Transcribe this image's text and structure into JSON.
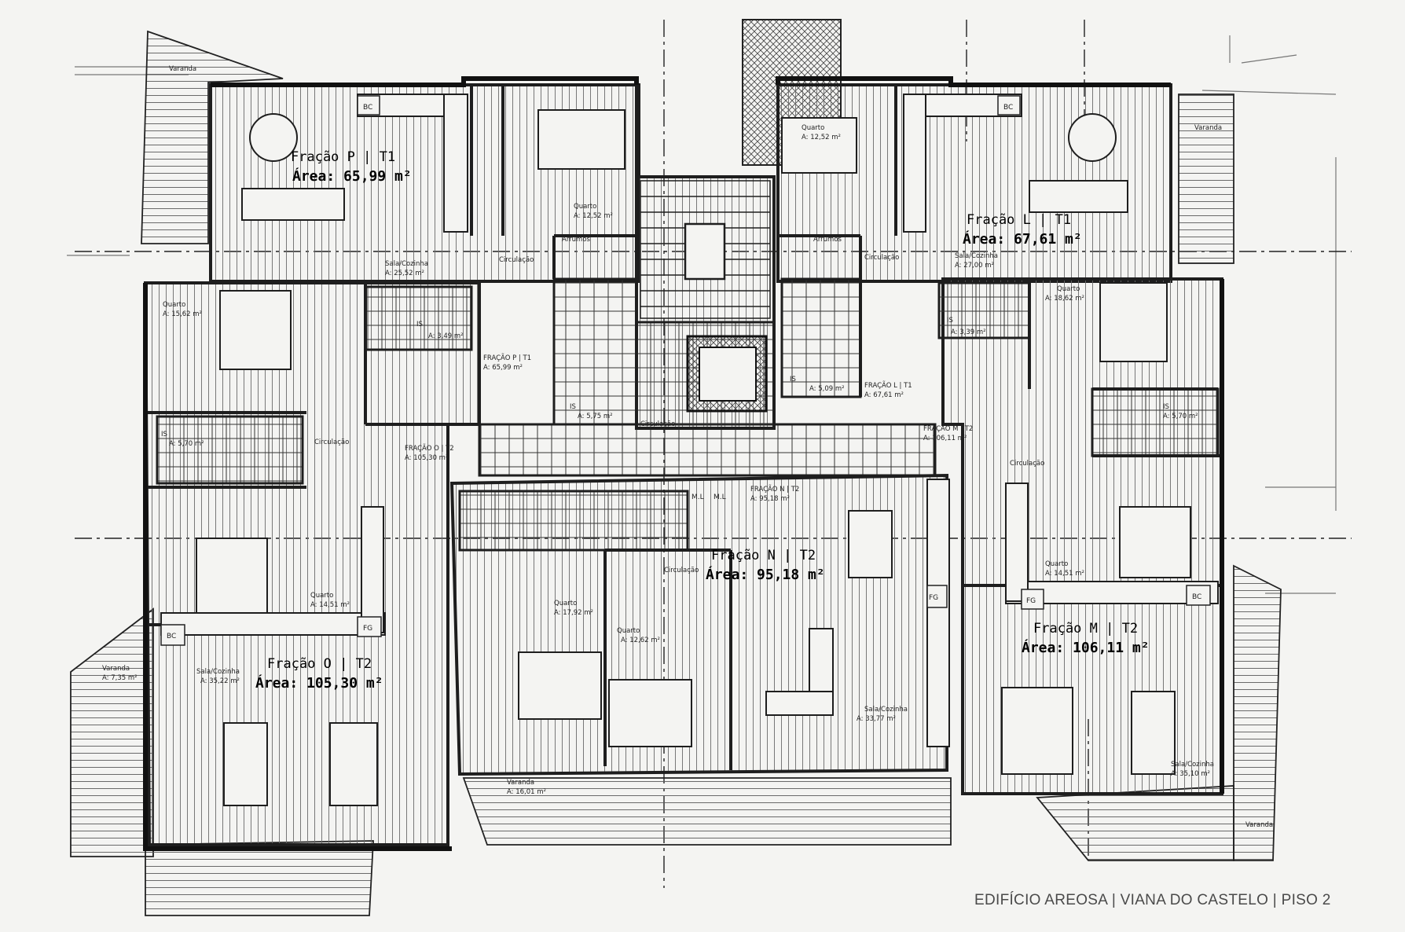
{
  "footer": {
    "building": "EDIFÍCIO AREOSA",
    "sep1": "|",
    "city": "VIANA DO CASTELO",
    "sep2": "|",
    "floor": "PISO 2"
  },
  "units": {
    "P": {
      "title": "Fração P | T1",
      "area": "Área: 65,99 m²"
    },
    "L": {
      "title": "Fração L | T1",
      "area": "Área: 67,61 m²"
    },
    "O": {
      "title": "Fração O | T2",
      "area": "Área: 105,30 m²"
    },
    "N": {
      "title": "Fração N | T2",
      "area": "Área: 95,18 m²"
    },
    "M": {
      "title": "Fração M | T2",
      "area": "Área: 106,11 m²"
    }
  },
  "rooms": {
    "p_sala": {
      "name": "Sala/Cozinha",
      "area": "A: 25,52 m²"
    },
    "p_quarto": {
      "name": "Quarto",
      "area": "A: 12,52 m²"
    },
    "p_circ": {
      "name": "Circulação",
      "area": ""
    },
    "p_arrumos": {
      "name": "Arrumos",
      "area": ""
    },
    "p_is": {
      "name": "IS",
      "area": "A: 5,75 m²"
    },
    "p_tag": {
      "name": "FRAÇÃO P | T1",
      "area": "A: 65,99 m²"
    },
    "l_quarto_top": {
      "name": "Quarto",
      "area": "A: 12,52 m²"
    },
    "l_sala": {
      "name": "Sala/Cozinha",
      "area": "A: 27,00 m²"
    },
    "l_circ": {
      "name": "Circulação",
      "area": ""
    },
    "l_arrumos": {
      "name": "Arrumos",
      "area": ""
    },
    "l_is": {
      "name": "IS",
      "area": "A: 5,09 m²"
    },
    "l_tag": {
      "name": "FRAÇÃO L | T1",
      "area": "A: 67,61 m²"
    },
    "o_quarto1": {
      "name": "Quarto",
      "area": "A: 15,62 m²"
    },
    "o_is1": {
      "name": "IS",
      "area": "A: 3,49 m²"
    },
    "o_is2": {
      "name": "IS",
      "area": "A: 5,70 m²"
    },
    "o_circ": {
      "name": "Circulação",
      "area": ""
    },
    "o_tag": {
      "name": "FRAÇÃO O | T2",
      "area": "A: 105,30 m²"
    },
    "o_quarto2": {
      "name": "Quarto",
      "area": "A: 14,51 m²"
    },
    "o_sala": {
      "name": "Sala/Cozinha",
      "area": "A: 35,22 m²"
    },
    "o_varanda": {
      "name": "Varanda",
      "area": "A: 7,35 m²"
    },
    "n_tag": {
      "name": "FRAÇÃO N | T2",
      "area": "A: 95,18 m²"
    },
    "n_quarto1": {
      "name": "Quarto",
      "area": "A: 17,92 m²"
    },
    "n_quarto2": {
      "name": "Quarto",
      "area": "A: 12,62 m²"
    },
    "n_circ": {
      "name": "Circulação",
      "area": ""
    },
    "n_sala": {
      "name": "Sala/Cozinha",
      "area": "A: 33,77 m²"
    },
    "n_varanda": {
      "name": "Varanda",
      "area": "A: 16,01 m²"
    },
    "m_quarto1": {
      "name": "Quarto",
      "area": "A: 18,62 m²"
    },
    "m_is1": {
      "name": "IS",
      "area": "A: 3,39 m²"
    },
    "m_is2": {
      "name": "IS",
      "area": "A: 5,70 m²"
    },
    "m_tag": {
      "name": "FRAÇÃO M | T2",
      "area": "A: 106,11 m²"
    },
    "m_circ": {
      "name": "Circulação",
      "area": ""
    },
    "m_quarto2": {
      "name": "Quarto",
      "area": "A: 14,51 m²"
    },
    "m_sala": {
      "name": "Sala/Cozinha",
      "area": "A: 35,10 m²"
    },
    "m_varanda": {
      "name": "Varanda",
      "area": ""
    },
    "p_varanda": {
      "name": "Varanda",
      "area": ""
    },
    "l_varanda": {
      "name": "Varanda",
      "area": ""
    },
    "core_circ": {
      "name": "Circulação",
      "area": ""
    }
  },
  "fixtures": {
    "bc": "BC",
    "fg": "FG",
    "ml": "M.L"
  },
  "colors": {
    "line": "#1e1e1e",
    "hatch": "#5a5a5a",
    "paper": "#f4f4f2",
    "footer_text": "#4a4a4a"
  }
}
